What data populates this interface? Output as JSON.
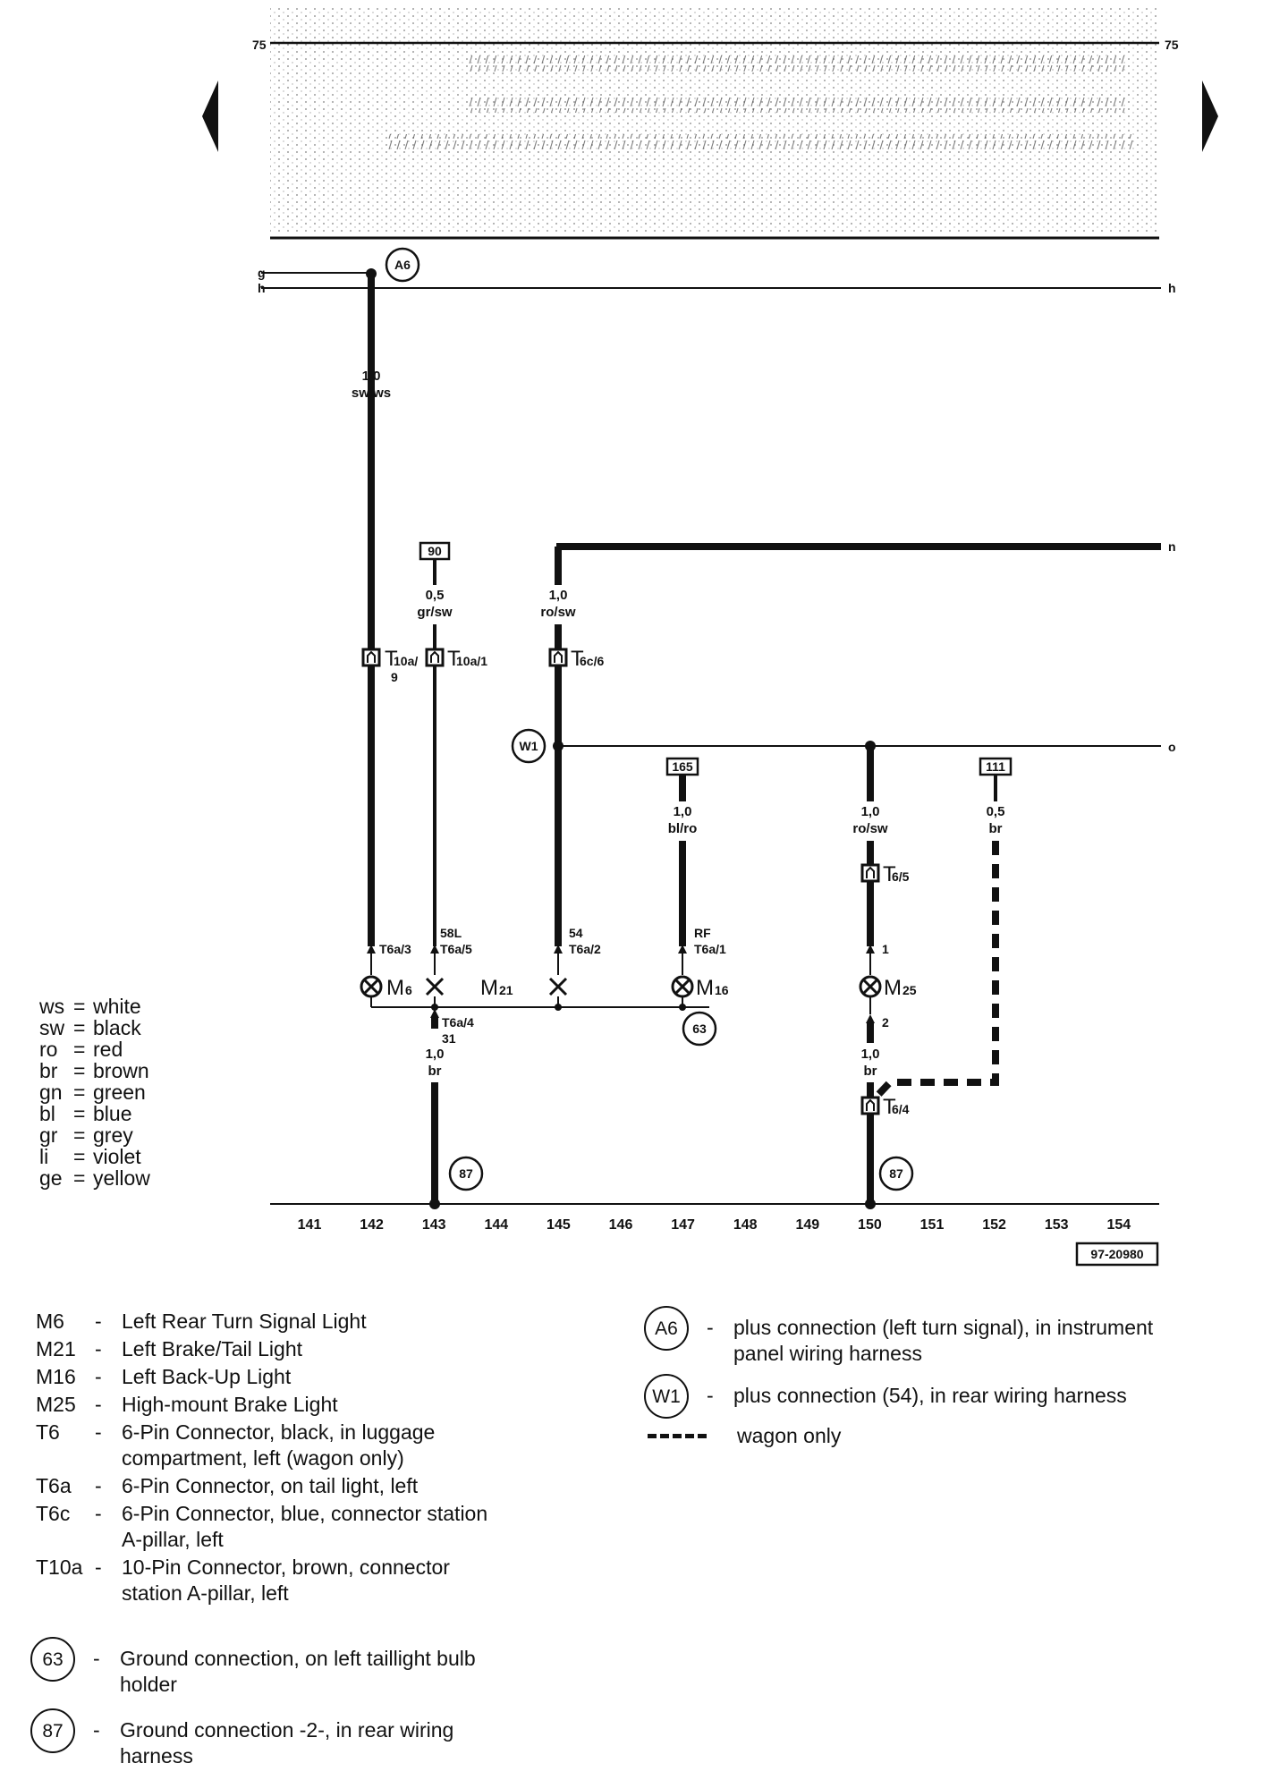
{
  "diagram": {
    "figure_number": "97-20980",
    "bus_left_label": "75",
    "bus_right_label": "75",
    "bus_labels": {
      "g": "g",
      "h": "h",
      "h_right": "h",
      "n": "n",
      "o": "o"
    },
    "column_numbers": [
      "141",
      "142",
      "143",
      "144",
      "145",
      "146",
      "147",
      "148",
      "149",
      "150",
      "151",
      "152",
      "153",
      "154"
    ],
    "ref_boxes": {
      "r90": "90",
      "r165": "165",
      "r111": "111"
    },
    "wires": {
      "w1": {
        "size": "1,0",
        "color": "sw/ws"
      },
      "w2": {
        "size": "0,5",
        "color": "gr/sw"
      },
      "w3": {
        "size": "1,0",
        "color": "ro/sw"
      },
      "w4": {
        "size": "1,0",
        "color": "bl/ro"
      },
      "w5": {
        "size": "1,0",
        "color": "ro/sw"
      },
      "w6": {
        "size": "0,5",
        "color": "br"
      },
      "w7": {
        "size": "1,0",
        "color": "br"
      },
      "w8": {
        "size": "1,0",
        "color": "br"
      }
    },
    "connectors": {
      "t10a9_a": "10a/",
      "t10a9_b": "9",
      "t10a1": "10a/1",
      "t6c6": "6c/6",
      "t65": "6/5",
      "t64": "6/4",
      "t6a3": "T6a/3",
      "t6a5_fn": "58L",
      "t6a5": "T6a/5",
      "t6a2_fn": "54",
      "t6a2": "T6a/2",
      "t6a1_fn": "RF",
      "t6a1": "T6a/1",
      "t6a4": "T6a/4",
      "t6a4_fn": "31",
      "m25_pin1": "1",
      "m25_pin2": "2"
    },
    "components": {
      "m6": {
        "letter": "M",
        "sub": "6"
      },
      "m21": {
        "letter": "M",
        "sub": "21"
      },
      "m16": {
        "letter": "M",
        "sub": "16"
      },
      "m25": {
        "letter": "M",
        "sub": "25"
      }
    },
    "circles": {
      "a6": "A6",
      "w1": "W1",
      "g63": "63",
      "g87a": "87",
      "g87b": "87"
    }
  },
  "color_key": [
    {
      "code": "ws",
      "name": "white"
    },
    {
      "code": "sw",
      "name": "black"
    },
    {
      "code": "ro",
      "name": "red"
    },
    {
      "code": "br",
      "name": "brown"
    },
    {
      "code": "gn",
      "name": "green"
    },
    {
      "code": "bl",
      "name": "blue"
    },
    {
      "code": "gr",
      "name": "grey"
    },
    {
      "code": "li",
      "name": "violet"
    },
    {
      "code": "ge",
      "name": "yellow"
    }
  ],
  "legend_left": [
    {
      "code": "M6",
      "desc": "Left Rear Turn Signal Light"
    },
    {
      "code": "M21",
      "desc": "Left Brake/Tail Light"
    },
    {
      "code": "M16",
      "desc": "Left Back-Up Light"
    },
    {
      "code": "M25",
      "desc": "High-mount Brake Light"
    },
    {
      "code": "T6",
      "desc": "6-Pin Connector, black, in luggage compartment, left (wagon only)"
    },
    {
      "code": "T6a",
      "desc": "6-Pin Connector, on tail light, left"
    },
    {
      "code": "T6c",
      "desc": "6-Pin Connector, blue, connector station A-pillar, left"
    },
    {
      "code": "T10a",
      "desc": "10-Pin Connector, brown, connector station A-pillar, left"
    }
  ],
  "legend_grounds": [
    {
      "code": "63",
      "desc": "Ground connection, on left taillight bulb holder"
    },
    {
      "code": "87",
      "desc": "Ground connection -2-, in rear wiring harness"
    }
  ],
  "legend_right": [
    {
      "code": "A6",
      "desc": "plus connection (left turn signal), in instrument panel wiring harness"
    },
    {
      "code": "W1",
      "desc": "plus connection (54), in rear wiring harness"
    }
  ],
  "legend_wagon": "wagon only",
  "legend_dash": "-"
}
